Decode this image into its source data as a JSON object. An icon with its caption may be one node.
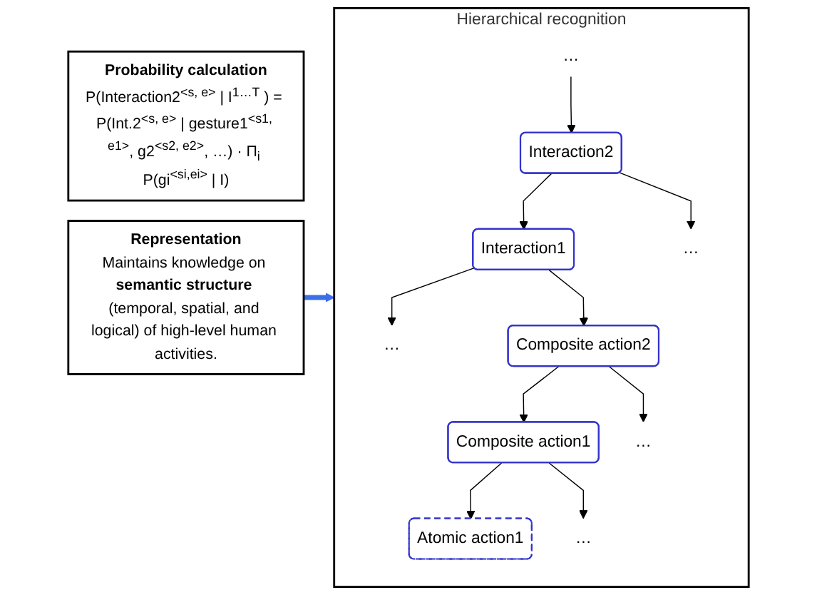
{
  "diagram": {
    "nodes": [
      {
        "text": [
          "Probability calculation",
          "P(Interaction2$^{<s, e>}$ | I$^{1…T}$ ) = P(Int.2$^{<s, e>}$ | gesture1$^{<s1, e1>}$, g2$^{<s2, e2>}$, …) · Π$_{i}$ P(gi$^{<si,ei>}$ | I)"
        ]
      },
      {
        "text": [
          "Hierarchical recognition"
        ]
      },
      {
        "text": [
          "…"
        ],
        "in": 1
      },
      {
        "text": [
          "Interaction2"
        ],
        "in": 1
      },
      {
        "text": [
          "Interaction1"
        ],
        "in": 1
      },
      {
        "text": [
          "…"
        ],
        "in": 1
      },
      {
        "text": [
          "…"
        ],
        "in": 1
      },
      {
        "text": [
          "Composite action2"
        ],
        "in": 1
      },
      {
        "text": [
          "Composite action1"
        ],
        "in": 1
      },
      {
        "text": [
          "…"
        ],
        "in": 1
      },
      {
        "text": [
          "Atomic action1"
        ],
        "in": 1
      },
      {
        "text": [
          "…"
        ],
        "in": 1
      },
      {
        "text": [
          "Representation",
          "Maintains knowledge on **semantic structure** (temporal, spatial, and logical) of high-level human activities."
        ]
      }
    ],
    "edges": [
      {
        "from": 2,
        "to": 3,
        "arrow": "to"
      },
      {
        "from": 3,
        "to": 4,
        "arrow": "to"
      },
      {
        "from": 3,
        "to": 5,
        "arrow": "to"
      },
      {
        "from": 4,
        "to": 6,
        "arrow": "to"
      },
      {
        "from": 4,
        "to": 7,
        "arrow": "to"
      },
      {
        "from": 7,
        "to": 8,
        "arrow": "to"
      },
      {
        "from": 7,
        "to": 9,
        "arrow": "to"
      },
      {
        "from": 8,
        "to": 10,
        "arrow": "to"
      },
      {
        "from": 8,
        "to": 11,
        "arrow": "to"
      },
      {
        "from": 12,
        "to": 1,
        "arrow": "to",
        "style": "thick",
        "color": "#3b6fe8"
      }
    ]
  }
}
